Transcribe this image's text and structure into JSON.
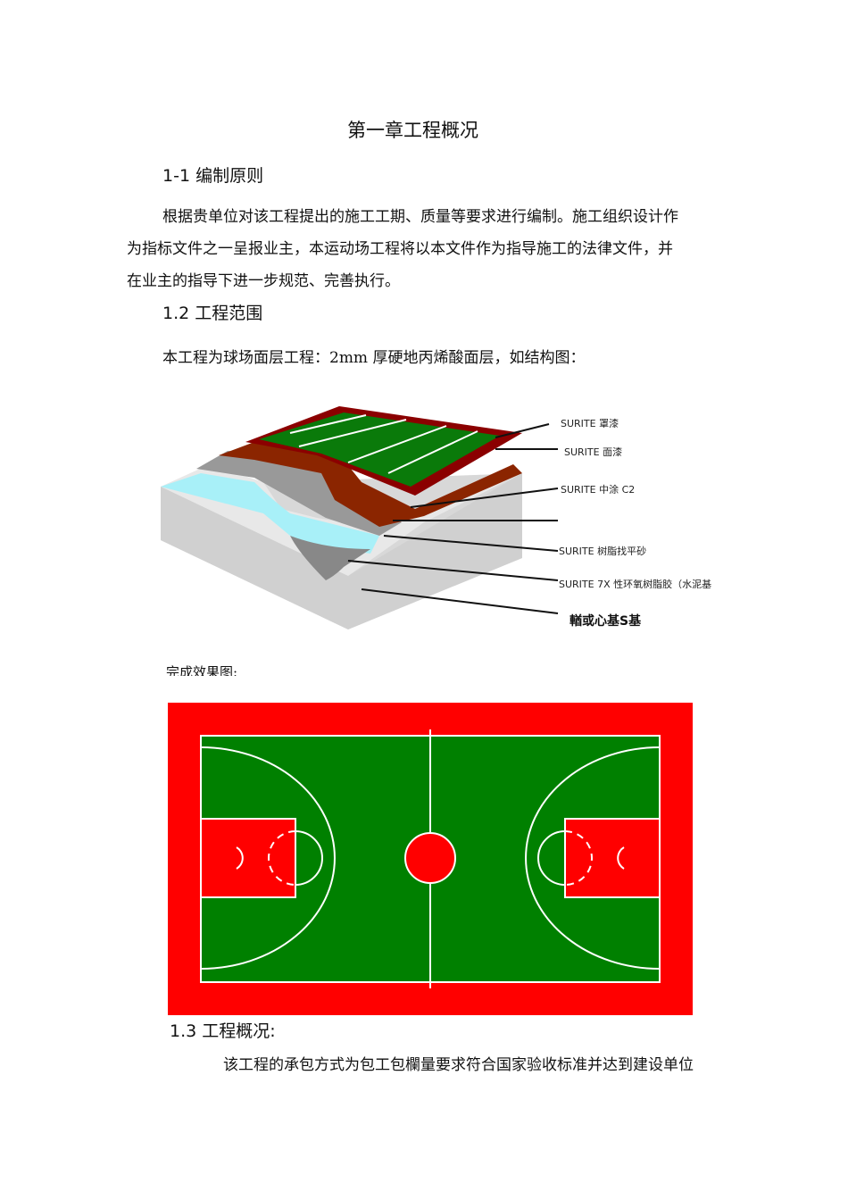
{
  "title": "第一章工程概况",
  "sections": {
    "s1_heading": "1-1 编制原则",
    "s1_lines": [
      "根据贵单位对该工程提出的施工工期、质量等要求进行编制。施工组织设计作",
      "为指标文件之一呈报业主，本运动场工程将以本文件作为指导施工的法律文件，并",
      "在业主的指导下进一步规范、完善执行。"
    ],
    "s2_heading": "1.2 工程范围",
    "s2_text": "本工程为球场面层工程：2mm 厚硬地丙烯酸面层，如结构图：",
    "diagram_labels": [
      "SURITE 罩漆",
      "SURITE 面漆",
      "SURITE 中涂 C2",
      "SURITE 树脂找平砂",
      "SURITE 7X 性环氧树脂胶（水泥基",
      "輶或心基S基"
    ],
    "result_caption": "完成效果图:",
    "s3_heading": "1.3 工程概况:",
    "s3_text": "该工程的承包方式为包工包欄量要求符合国家验收标准并达到建设单位"
  },
  "colors": {
    "court_red": "#ff0000",
    "court_green": "#008000",
    "layer_brown": "#8b2500",
    "layer_darkred": "#8b0000",
    "layer_cyan": "#a8f0f8"
  }
}
